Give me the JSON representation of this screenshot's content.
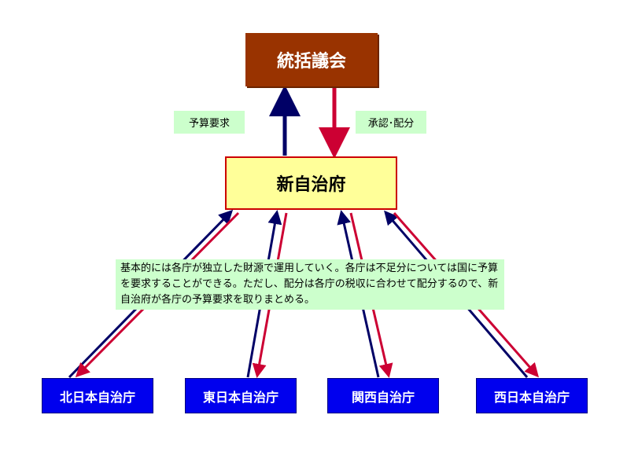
{
  "council": {
    "label": "統括議会",
    "color": "#993300"
  },
  "government": {
    "label": "新自治府",
    "fill": "#ffff99",
    "border": "#cc0000"
  },
  "edges": {
    "request_label": "予算要求",
    "approval_label": "承認･配分",
    "up_color": "#000066",
    "down_color": "#cc0033"
  },
  "note": {
    "text": "基本的には各庁が独立した財源で運用していく。各庁は不足分については国に予算を要求することができる。ただし、配分は各庁の税収に合わせて配分するので、新自治府が各庁の予算要求を取りまとめる。"
  },
  "prefectures": [
    {
      "id": "north",
      "label": "北日本自治庁"
    },
    {
      "id": "east",
      "label": "東日本自治庁"
    },
    {
      "id": "kansai",
      "label": "関西自治庁"
    },
    {
      "id": "west",
      "label": "西日本自治庁"
    }
  ],
  "colors": {
    "prefecture_fill": "#0000ee",
    "label_fill": "#ccffcc"
  }
}
